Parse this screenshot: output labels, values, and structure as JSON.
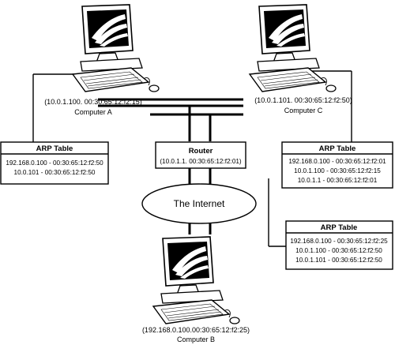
{
  "computer_a": {
    "address": "(10.0.1.100. 00:30:65:12:f2:15)",
    "name": "Computer A",
    "arp_title": "ARP Table",
    "arp_rows": [
      "192.168.0.100 - 00:30:65:12:f2:50",
      "10.0.101 - 00:30:65:12:f2:50"
    ]
  },
  "computer_c": {
    "address": "(10.0.1.101. 00:30:65:12:f2:50)",
    "name": "Computer C",
    "arp_title": "ARP Table",
    "arp_rows": [
      "192.168.0.100 - 00:30:65:12:f2:01",
      "10.0.1.100 - 00:30:65:12:f2:15",
      "10.0.1.1 - 00:30:65:12:f2:01"
    ]
  },
  "router": {
    "name": "Router",
    "address": "(10.0.1.1. 00:30:65:12:f2:01)",
    "arp_title": "ARP Table",
    "arp_rows": [
      "192.168.0.100 - 00:30:65:12:f2:25",
      "10.0.1.100 - 00:30:65:12:f2:50",
      "10.0.1.101 - 00:30:65:12:f2:50"
    ]
  },
  "internet": {
    "label": "The Internet"
  },
  "computer_b": {
    "address": "(192.168.0.100.00:30:65:12:f2:25)",
    "name": "Computer B"
  }
}
